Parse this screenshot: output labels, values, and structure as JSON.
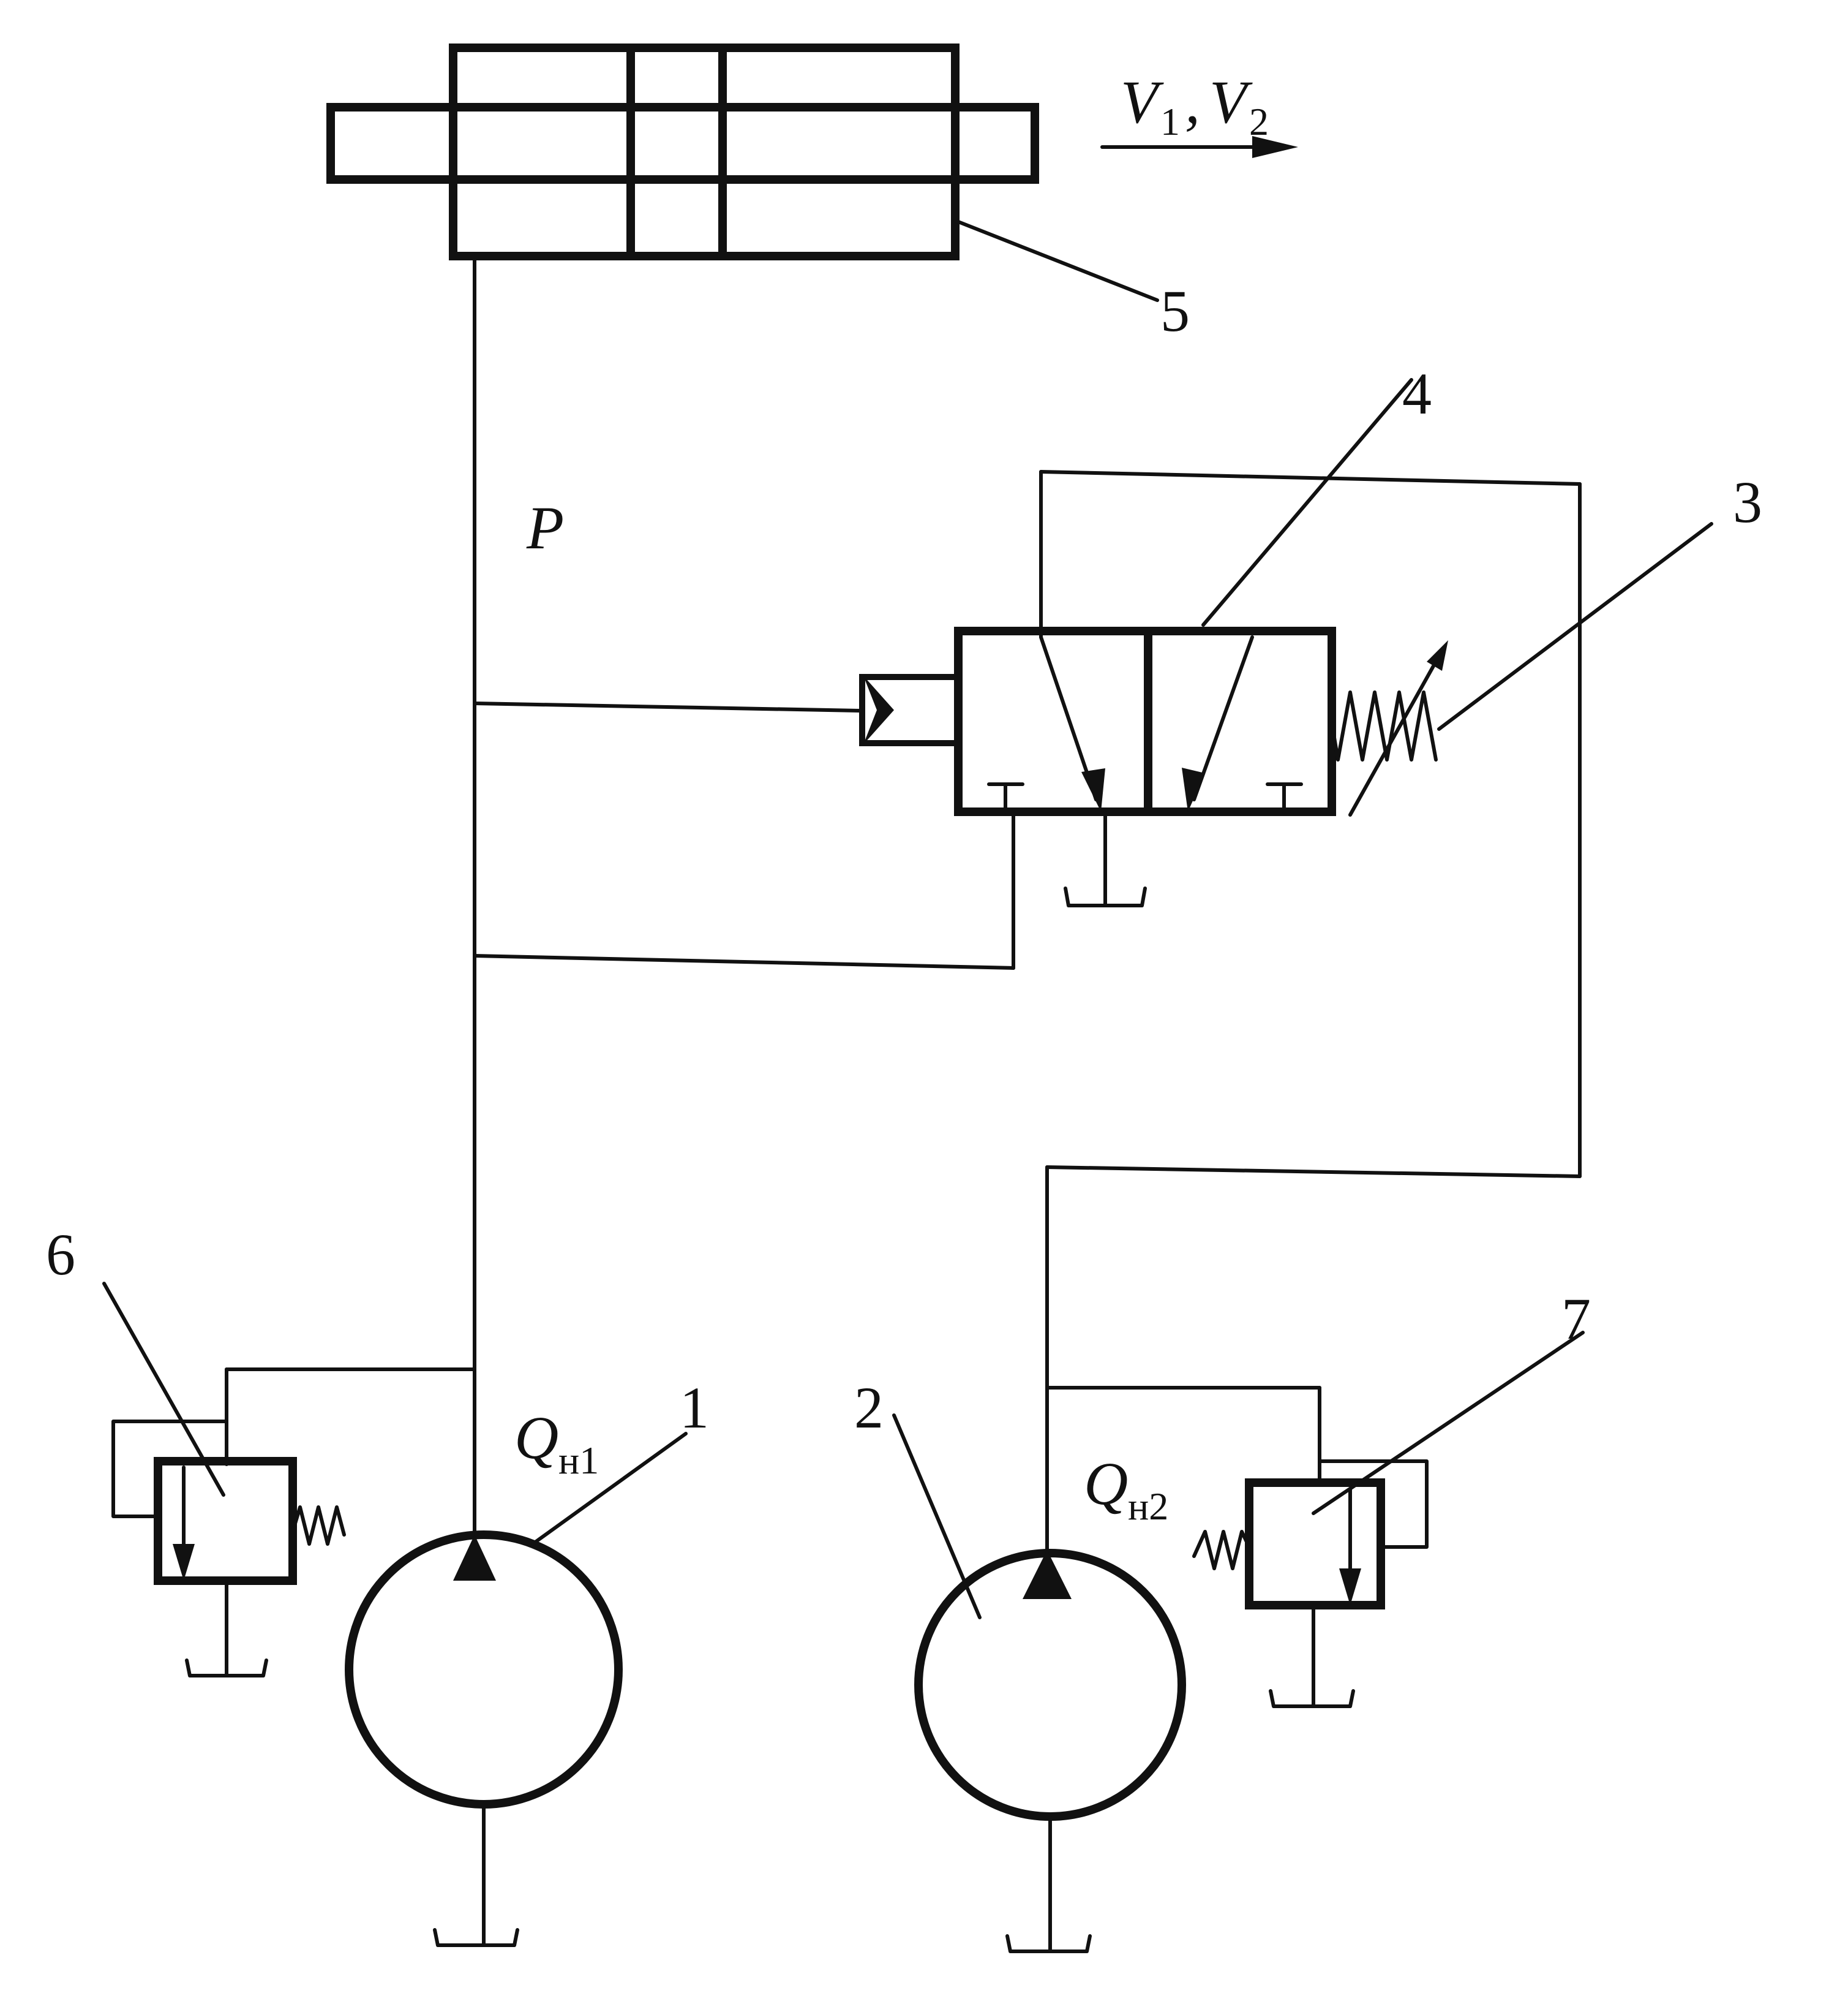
{
  "labels": {
    "pump_1": "1",
    "pump_2": "2",
    "spring_3": "3",
    "valve_4": "4",
    "cylinder_5": "5",
    "relief_valve_6": "6",
    "relief_valve_7": "7"
  },
  "pressure_label": "P",
  "velocity": {
    "v1": "V",
    "v1_sub": "1",
    "sep": ",",
    "v2": "V",
    "v2_sub": "2"
  },
  "flow1": {
    "symbol": "Q",
    "sub": "н1"
  },
  "flow2": {
    "symbol": "Q",
    "sub": "н2"
  }
}
